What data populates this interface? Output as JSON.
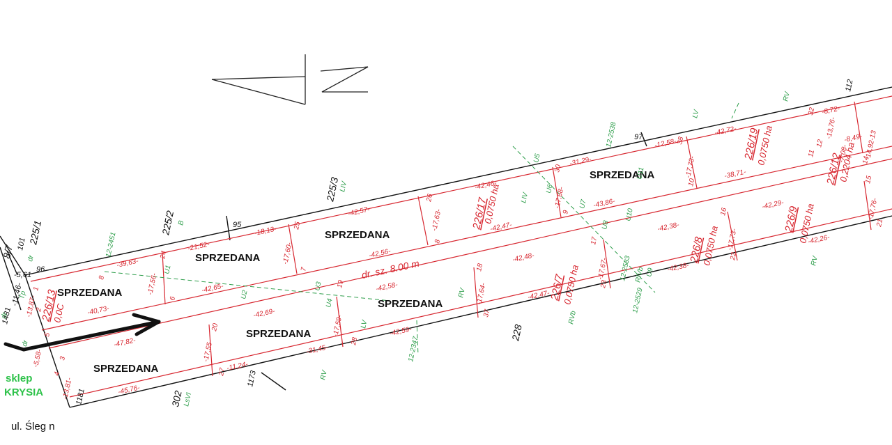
{
  "map": {
    "sold_label": "SPRZEDANA",
    "road_label": "dr. sz. 8.00 m",
    "shop_name_line1": "sklep",
    "shop_name_line2": "KRYSIA",
    "street_label": "ul. Śleg n",
    "parcels": [
      {
        "number": "226/17",
        "area": "0,0750 ha"
      },
      {
        "number": "226/19",
        "area": "0,0750 ha"
      },
      {
        "number": "226/7",
        "area": "0,0750 ha"
      },
      {
        "number": "226/8",
        "area": "0,0750 ha"
      },
      {
        "number": "226/9",
        "area": "0,0750 ha"
      },
      {
        "number": "226/12",
        "area": "0,2204 ha"
      },
      {
        "number": "226/13",
        "area": "0,0C"
      }
    ],
    "neighbor_numbers": [
      "225/1",
      "225/2",
      "225/3",
      "228",
      "302",
      "8/7",
      "1181",
      "1173",
      "1481",
      "96",
      "95",
      "97",
      "101",
      "112"
    ],
    "soil_classes": [
      "LIV",
      "B",
      "LV",
      "RV",
      "LIV",
      "LV",
      "RVb",
      "RV",
      "RIVb",
      "LsVI",
      "RV",
      "RV",
      "Tp",
      "dr",
      "dr",
      "dr"
    ],
    "utility_codes": [
      "U1",
      "U2",
      "U3",
      "U4",
      "U5",
      "U6",
      "U7",
      "U8",
      "U9",
      "U10",
      "U11"
    ],
    "grid_codes": [
      "12-2451",
      "12-2538",
      "12-2533",
      "12-2529",
      "12-2347"
    ],
    "red_dims_top": [
      "-39,63-",
      "-21,52-",
      "-18,13-",
      "-42,57-",
      "-42,46-",
      "-31,29-",
      "-12,58-",
      "-42,72-",
      "-8,72-"
    ],
    "red_dims_road_top": [
      "-40,73-",
      "-42,65-",
      "-42,56-",
      "-42,47-",
      "-43,86-",
      "-38,71-",
      "-7,08-"
    ],
    "red_dims_road_bottom": [
      "-47,82-",
      "-42,69-",
      "-42,58-",
      "-42,48-",
      "-42,38-",
      "-42,29-"
    ],
    "red_dims_bottom": [
      "-45,76-",
      "-11,24-",
      "-31,45-",
      "-42,59-",
      "-42,47-",
      "-42,38-",
      "-42,26-"
    ],
    "red_dims_vertical": [
      "-17,56-",
      "-17,60-",
      "-17,63-",
      "-17,68-",
      "-17,73-",
      "-17,55-",
      "-17,59-",
      "-17,64-",
      "-17,67-",
      "-17,73-",
      "-17,76-",
      "-13,76-",
      "-13,87-",
      "-5,58-",
      "-13,81-",
      "-5,61",
      "-11,46-",
      "-8,49-",
      "-14,92-13"
    ],
    "point_numbers": [
      "24",
      "25",
      "26",
      "30",
      "38",
      "32",
      "8",
      "6",
      "7",
      "8",
      "9",
      "10",
      "11",
      "12",
      "14",
      "15",
      "21",
      "20",
      "19",
      "18",
      "17",
      "16",
      "22",
      "23",
      "27",
      "28",
      "37",
      "1",
      "2",
      "3",
      "4",
      "5"
    ],
    "colors": {
      "boundary": "#d7262f",
      "outline": "#111111",
      "utility": "#2e9e4b",
      "shop": "#2ec24a"
    }
  }
}
